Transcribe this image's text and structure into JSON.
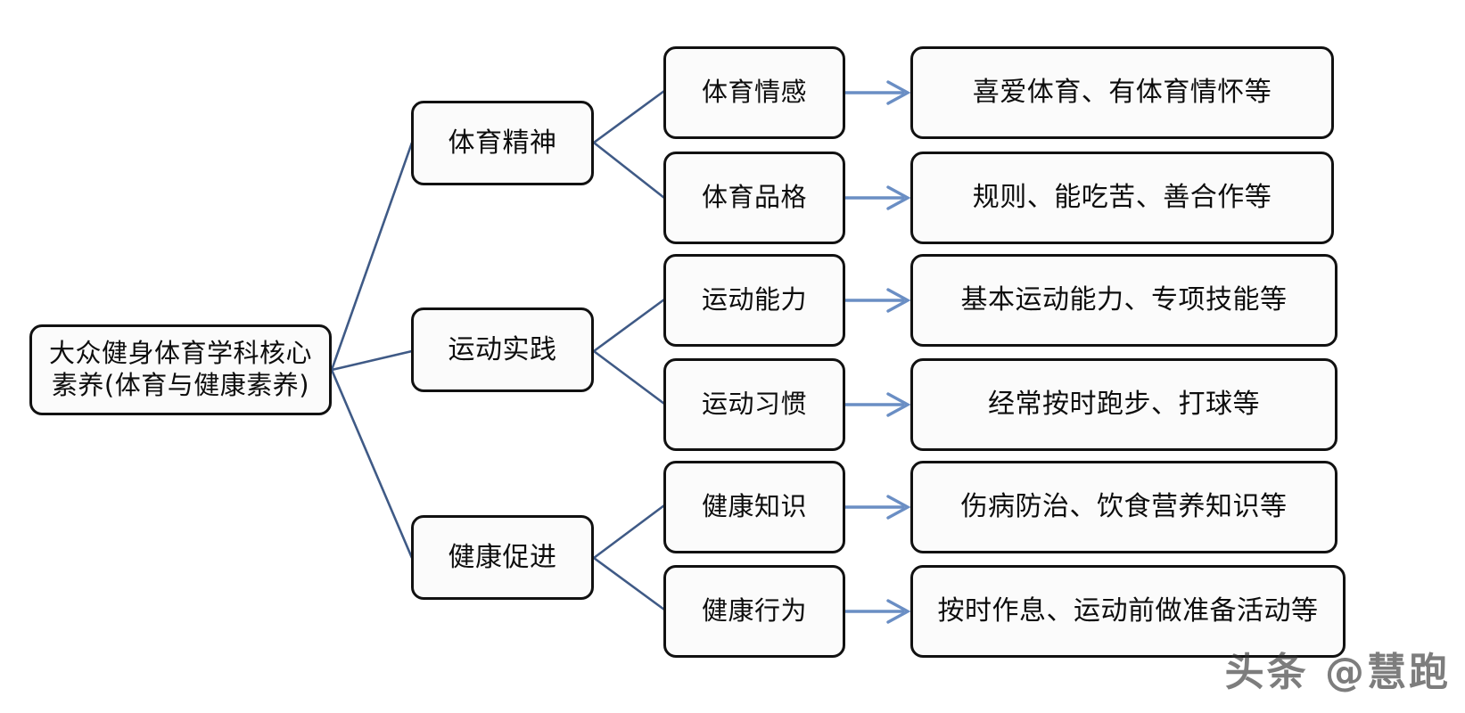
{
  "diagram": {
    "title": "大众健身体育学科核心素养(体育与健康素养)",
    "root": {
      "label_line1": "大众健身体育学科核心",
      "label_line2": "素养(体育与健康素养)",
      "full_label": "大众健身体育学科核心素养(体育与健康素养)"
    },
    "branches": [
      {
        "label": "体育精神",
        "children": [
          {
            "label": "体育情感",
            "detail": "喜爱体育、有体育情怀等"
          },
          {
            "label": "体育品格",
            "detail": "规则、能吃苦、善合作等"
          }
        ]
      },
      {
        "label": "运动实践",
        "children": [
          {
            "label": "运动能力",
            "detail": "基本运动能力、专项技能等"
          },
          {
            "label": "运动习惯",
            "detail": "经常按时跑步、打球等"
          }
        ]
      },
      {
        "label": "健康促进",
        "children": [
          {
            "label": "健康知识",
            "detail": "伤病防治、饮食营养知识等"
          },
          {
            "label": "健康行为",
            "detail": "按时作息、运动前做准备活动等"
          }
        ]
      }
    ]
  },
  "watermark": {
    "text": "头条 @慧跑"
  },
  "colors": {
    "node_border": "#111111",
    "node_fill": "#fbfbfb",
    "connector_dark": "#3f5a86",
    "connector_arrow": "#6a8ec4",
    "text": "#0d0d0d",
    "background": "#ffffff"
  }
}
